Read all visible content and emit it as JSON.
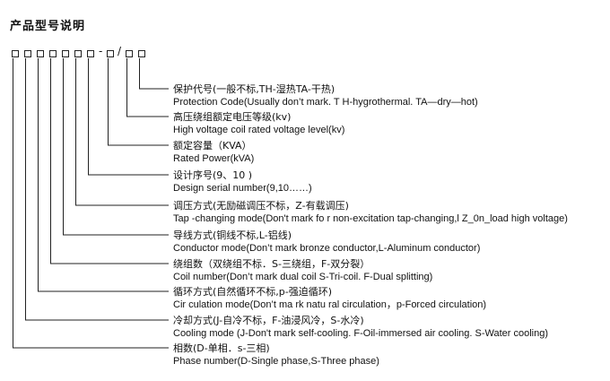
{
  "title": "产品型号说明",
  "code": {
    "dash": "-",
    "slash": "/"
  },
  "entries": [
    {
      "zh": "保护代号(一般不标,TH-湿热TA-干热)",
      "en": "Protection  Code(Usually don’t mark.  T H-hygrothermal.  TA—dry—hot)"
    },
    {
      "zh": "高压绕组额定电压等级(kv)",
      "en": "High voltage coil rated voltage level(kv)"
    },
    {
      "zh": "额定容量（KVA）",
      "en": "Rated Power(kVA)"
    },
    {
      "zh": "设计序号(9、10 )",
      "en": "Design serial number(9,10……)"
    },
    {
      "zh": "调压方式(无励磁调压不标，Z-有载调压)",
      "en": "Tap -changing mode(Don't mark fo r non-excitation tap-changing,l Z_0n_load high voltage)"
    },
    {
      "zh": "导线方式(铜线不标,L-铝线)",
      "en": "Conductor mode(Don’t mark bronze conductor,L-Aluminum conductor)"
    },
    {
      "zh": "绕组数（双绕组不标．S-三绕组，F-双分裂）",
      "en": "Coil number(Don’t mark dual coil S-Tri-coil.  F-Dual splitting)"
    },
    {
      "zh": "循环方式(自然循环不标,p-强迫循环)",
      "en": "Cir culation mode(Don’t ma rk natu ral circulation，p-Forced circulation)"
    },
    {
      "zh": "冷却方式(J-自冷不标，F-油浸风冷，S-水冷)",
      "en": "Cooling mode (J-Don't mark self-cooling.  F-Oil-immersed air cooling.  S-Water cooling)"
    },
    {
      "zh": "相数(D-单相．s-三相)",
      "en": "Phase number(D-Single phase,S-Three phase)"
    }
  ]
}
